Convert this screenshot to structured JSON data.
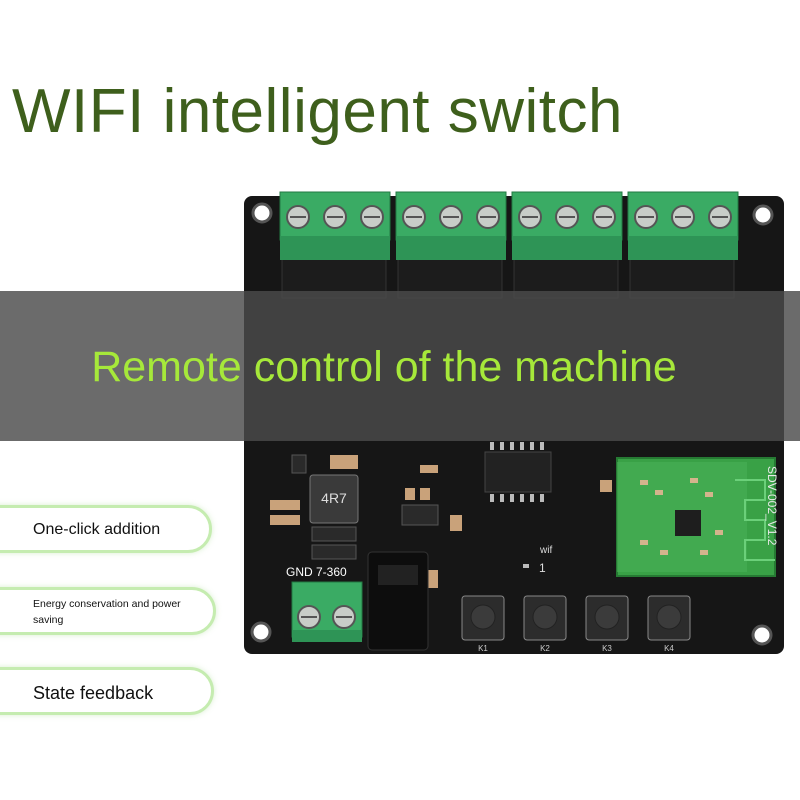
{
  "title": "WIFI intelligent switch",
  "banner": "Remote control of the machine",
  "features": [
    "One-click addition",
    "Energy conservation and power saving",
    "State feedback"
  ],
  "board": {
    "inductor_label": "4R7",
    "power_label": "GND 7-360",
    "wifi_label": "wif",
    "indicator_label": "1",
    "module_label": "SDV-002_V1.2",
    "buttons": [
      "K1",
      "K2",
      "K3",
      "K4"
    ]
  },
  "colors": {
    "title": "#3e5f1c",
    "banner_text": "#a6e83a",
    "terminal": "#3aab64",
    "pcb": "#161616"
  }
}
